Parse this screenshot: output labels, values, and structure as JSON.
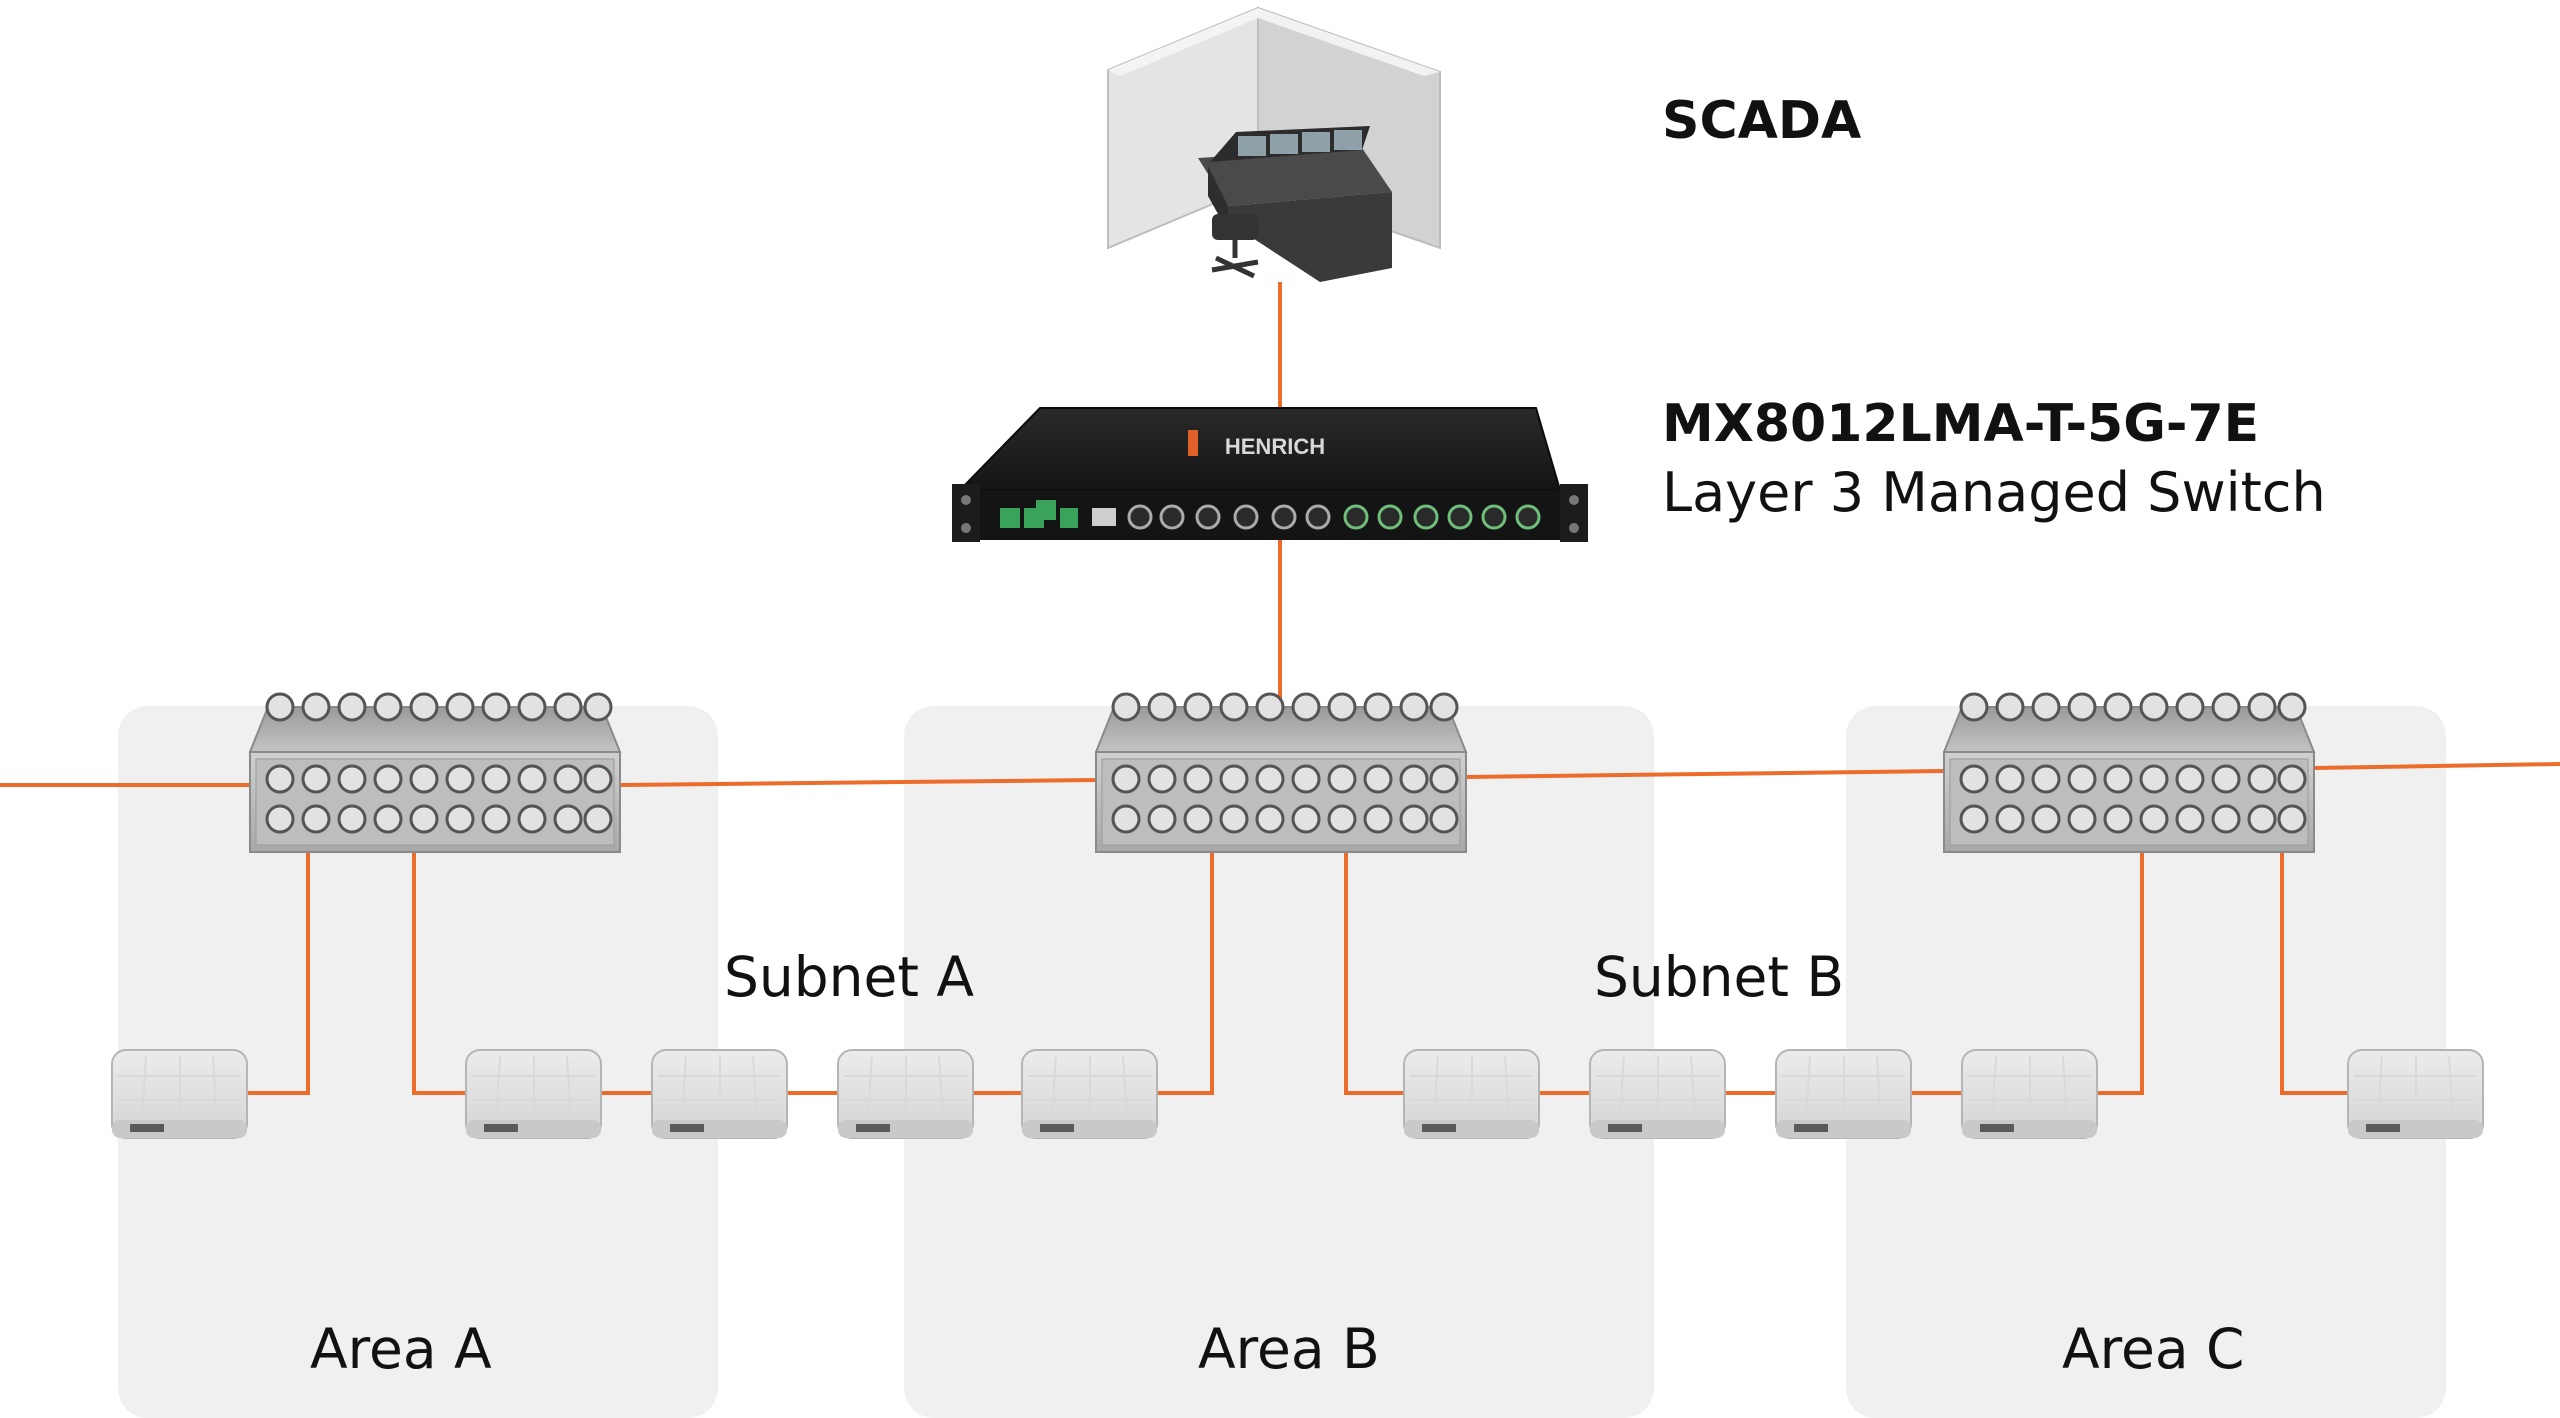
{
  "labels": {
    "scada": "SCADA",
    "core_switch_model": "MX8012LMA-T-5G-7E",
    "core_switch_desc": "Layer 3 Managed Switch",
    "switch_brand": "HENRICH",
    "subnet_a": "Subnet A",
    "subnet_b": "Subnet B",
    "area_a": "Area A",
    "area_b": "Area B",
    "area_c": "Area C"
  },
  "colors": {
    "link": "#ec6c2c",
    "area_bg": "#f0f0f1",
    "text": "#111111"
  },
  "icons": {
    "scada": "control-room-icon",
    "core_switch": "rack-switch-icon",
    "area_switch": "m12-switch-icon",
    "access_point": "wireless-ap-icon"
  }
}
